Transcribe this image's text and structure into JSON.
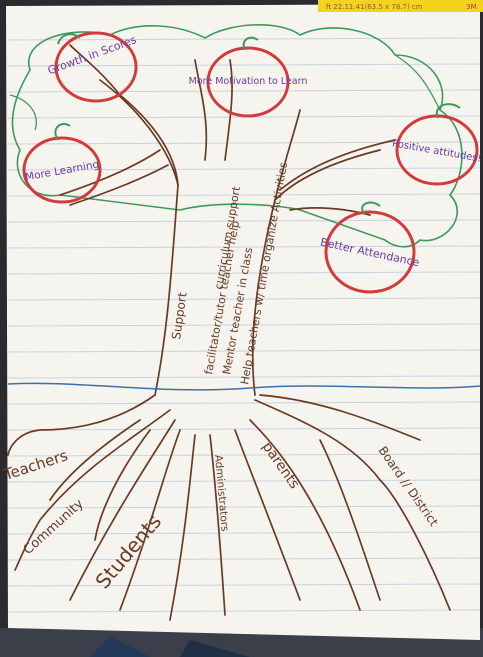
{
  "header_strip": {
    "text": "ft 22.11.41(63.5 x 78.7) cm",
    "corner": "3M"
  },
  "apples": {
    "growth": "Growth in Scores",
    "motivation": "More Motivation to Learn",
    "positive": "Positive attitudes!",
    "learning": "More Learning",
    "attendance": "Better Attendance"
  },
  "trunk": {
    "label_support": "Support",
    "lines": [
      "curriculum support",
      "facilitator/tutor teacher help",
      "Mentor teacher in class",
      "Help teachers w/ time organize Activities"
    ]
  },
  "roots": {
    "teachers": "Teachers",
    "community": "Community",
    "students": "Students",
    "administrators": "Administrators",
    "parents": "parents",
    "board_district": "Board // District"
  },
  "colors": {
    "paper": "#f6f4ef",
    "rule_line": "#c9d3df",
    "trunk_brown": "#6b3a24",
    "leaf_green": "#3d9a5a",
    "apple_red": "#d23b3b",
    "apple_text": "#6a3aa5",
    "sticky_yellow": "#f5d21b"
  }
}
